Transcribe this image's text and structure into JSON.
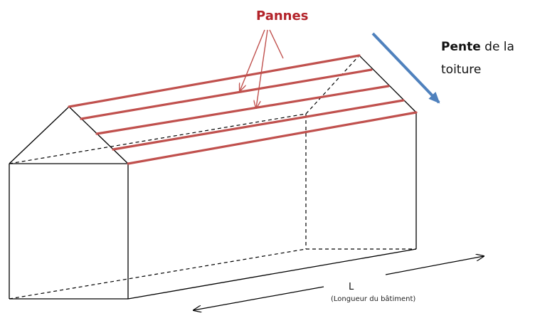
{
  "labels": {
    "pannes": "Pannes",
    "pente_bold": "Pente",
    "pente_rest": " de la toiture",
    "length_symbol": "L",
    "length_desc": "(Longueur du bâtiment)"
  },
  "colors": {
    "purlin": "#c0504d",
    "pannes_text": "#b3232a",
    "slope_arrow": "#4f81bd",
    "outline": "#000000"
  }
}
